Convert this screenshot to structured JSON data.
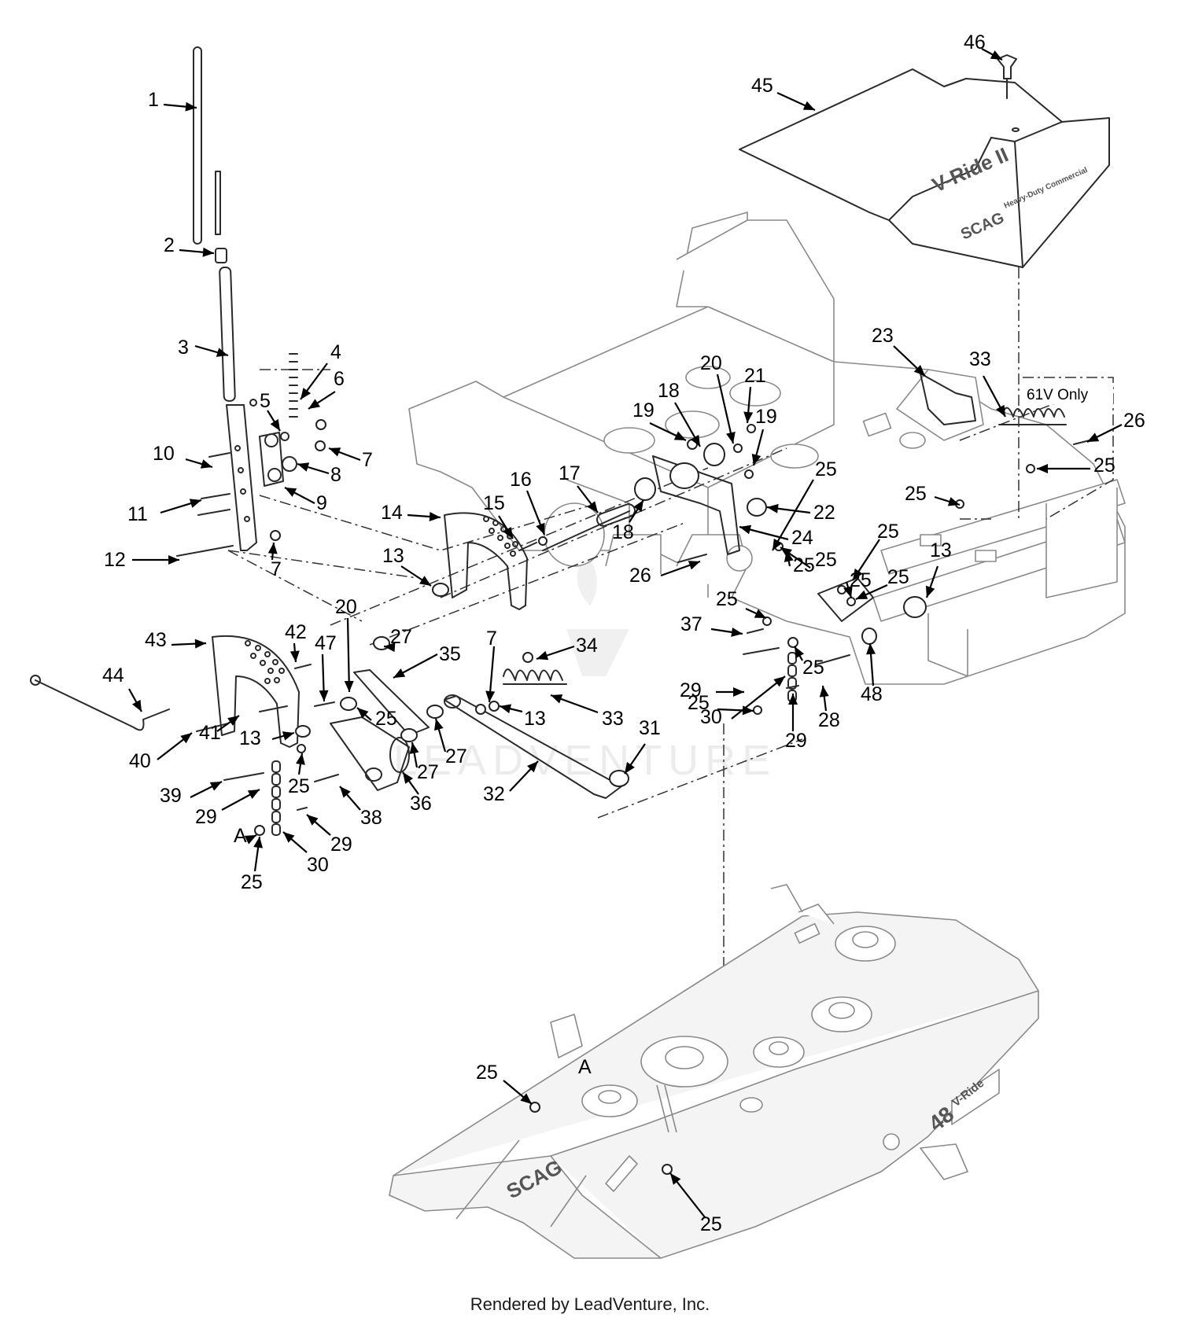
{
  "diagram": {
    "callouts": [
      {
        "id": "c1",
        "text": "1"
      },
      {
        "id": "c2",
        "text": "2"
      },
      {
        "id": "c3",
        "text": "3"
      },
      {
        "id": "c4",
        "text": "4"
      },
      {
        "id": "c5",
        "text": "5"
      },
      {
        "id": "c6",
        "text": "6"
      },
      {
        "id": "c7a",
        "text": "7"
      },
      {
        "id": "c7b",
        "text": "7"
      },
      {
        "id": "c7c",
        "text": "7"
      },
      {
        "id": "c8",
        "text": "8"
      },
      {
        "id": "c9",
        "text": "9"
      },
      {
        "id": "c10",
        "text": "10"
      },
      {
        "id": "c11",
        "text": "11"
      },
      {
        "id": "c12",
        "text": "12"
      },
      {
        "id": "c13a",
        "text": "13"
      },
      {
        "id": "c13b",
        "text": "13"
      },
      {
        "id": "c13c",
        "text": "13"
      },
      {
        "id": "c13d",
        "text": "13"
      },
      {
        "id": "c14",
        "text": "14"
      },
      {
        "id": "c15",
        "text": "15"
      },
      {
        "id": "c16",
        "text": "16"
      },
      {
        "id": "c17",
        "text": "17"
      },
      {
        "id": "c18a",
        "text": "18"
      },
      {
        "id": "c18b",
        "text": "18"
      },
      {
        "id": "c19a",
        "text": "19"
      },
      {
        "id": "c19b",
        "text": "19"
      },
      {
        "id": "c20a",
        "text": "20"
      },
      {
        "id": "c20b",
        "text": "20"
      },
      {
        "id": "c21",
        "text": "21"
      },
      {
        "id": "c22",
        "text": "22"
      },
      {
        "id": "c23",
        "text": "23"
      },
      {
        "id": "c24",
        "text": "24"
      },
      {
        "id": "c25a",
        "text": "25"
      },
      {
        "id": "c25b",
        "text": "25"
      },
      {
        "id": "c25c",
        "text": "25"
      },
      {
        "id": "c25d",
        "text": "25"
      },
      {
        "id": "c25e",
        "text": "25"
      },
      {
        "id": "c25f",
        "text": "25"
      },
      {
        "id": "c25g",
        "text": "25"
      },
      {
        "id": "c25h",
        "text": "25"
      },
      {
        "id": "c25i",
        "text": "25"
      },
      {
        "id": "c25j",
        "text": "25"
      },
      {
        "id": "c25k",
        "text": "25"
      },
      {
        "id": "c25l",
        "text": "25"
      },
      {
        "id": "c25m",
        "text": "25"
      },
      {
        "id": "c25n",
        "text": "25"
      },
      {
        "id": "c26a",
        "text": "26"
      },
      {
        "id": "c26b",
        "text": "26"
      },
      {
        "id": "c27a",
        "text": "27"
      },
      {
        "id": "c27b",
        "text": "27"
      },
      {
        "id": "c27c",
        "text": "27"
      },
      {
        "id": "c28",
        "text": "28"
      },
      {
        "id": "c29a",
        "text": "29"
      },
      {
        "id": "c29b",
        "text": "29"
      },
      {
        "id": "c29c",
        "text": "29"
      },
      {
        "id": "c29d",
        "text": "29"
      },
      {
        "id": "c30a",
        "text": "30"
      },
      {
        "id": "c30b",
        "text": "30"
      },
      {
        "id": "c31",
        "text": "31"
      },
      {
        "id": "c32",
        "text": "32"
      },
      {
        "id": "c33a",
        "text": "33"
      },
      {
        "id": "c33b",
        "text": "33"
      },
      {
        "id": "c34",
        "text": "34"
      },
      {
        "id": "c35",
        "text": "35"
      },
      {
        "id": "c36",
        "text": "36"
      },
      {
        "id": "c37",
        "text": "37"
      },
      {
        "id": "c38",
        "text": "38"
      },
      {
        "id": "c39",
        "text": "39"
      },
      {
        "id": "c40",
        "text": "40"
      },
      {
        "id": "c41",
        "text": "41"
      },
      {
        "id": "c42",
        "text": "42"
      },
      {
        "id": "c43",
        "text": "43"
      },
      {
        "id": "c44",
        "text": "44"
      },
      {
        "id": "c45",
        "text": "45"
      },
      {
        "id": "c46",
        "text": "46"
      },
      {
        "id": "c47",
        "text": "47"
      },
      {
        "id": "c48",
        "text": "48"
      },
      {
        "id": "cA1",
        "text": "A"
      },
      {
        "id": "cA2",
        "text": "A"
      }
    ],
    "note_61v": "61V Only",
    "decal_scag": "SCAG",
    "decal_scag_deck": "SCAG",
    "decal_heavy_duty": "Heavy-Duty Commercial",
    "decal_vride": "V-Ride II",
    "deck_size_mark": "48",
    "deck_vride_mark": "V-Ride",
    "watermark": "LEADVENTURE"
  },
  "footer": "Rendered by LeadVenture, Inc."
}
